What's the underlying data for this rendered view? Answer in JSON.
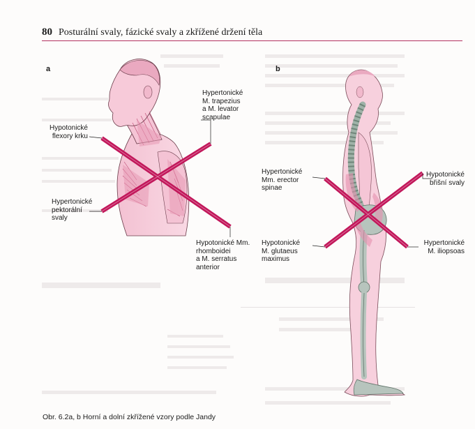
{
  "header": {
    "page_number": "80",
    "title": "Posturální svaly, fázické svaly a zkřížené držení těla"
  },
  "figure": {
    "panel_a": {
      "letter": "a",
      "labels": {
        "top_right": "Hypertonické\nM. trapezius\na M. levator\nscapulae",
        "top_left": "Hypotonické\nflexory krku",
        "bottom_left": "Hypertonické\npektorální\nsvaly",
        "bottom_right": "Hypotonické Mm.\nrhomboidei\na M. serratus\nanterior"
      }
    },
    "panel_b": {
      "letter": "b",
      "labels": {
        "top_left": "Hypertonické\nMm. erector\nspinae",
        "top_right": "Hypotonické\nbřišní svaly",
        "bottom_left": "Hypotonické\nM. glutaeus\nmaximus",
        "bottom_right": "Hypertonické\nM. iliopsoas"
      }
    },
    "caption": "Obr. 6.2a, b Horní a dolní zkřížené vzory podle Jandy"
  },
  "colors": {
    "accent": "#c2185b",
    "skin": "#f6c9d8",
    "outline": "#6b3d4b",
    "skeleton": "#b7c4bd"
  }
}
